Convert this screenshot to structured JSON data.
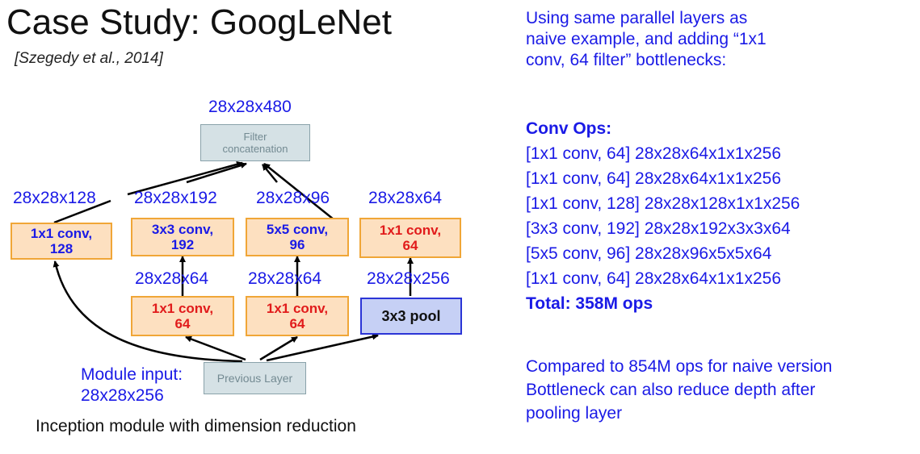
{
  "title": "Case Study: GoogLeNet",
  "citation": "[Szegedy et al., 2014]",
  "diagram": {
    "concat_dim": "28x28x480",
    "concat_box": [
      "Filter",
      "concatenation"
    ],
    "branch_output_dims": [
      "28x28x128",
      "28x28x192",
      "28x28x96",
      "28x28x64"
    ],
    "top_boxes": [
      {
        "line1": "1x1 conv,",
        "line2": "128"
      },
      {
        "line1": "3x3 conv,",
        "line2": "192"
      },
      {
        "line1": "5x5 conv,",
        "line2": "96"
      },
      {
        "line1": "1x1 conv,",
        "line2": "64"
      }
    ],
    "mid_dims": [
      "28x28x64",
      "28x28x64",
      "28x28x256"
    ],
    "bottom_boxes": [
      {
        "line1": "1x1 conv,",
        "line2": "64"
      },
      {
        "line1": "1x1 conv,",
        "line2": "64"
      },
      {
        "label": "3x3 pool"
      }
    ],
    "module_input": [
      "Module input:",
      "28x28x256"
    ],
    "previous_layer": "Previous Layer",
    "caption": "Inception module with dimension reduction"
  },
  "intro": [
    "Using same parallel layers as",
    "naive example, and adding “1x1",
    "conv, 64 filter” bottlenecks:"
  ],
  "conv_ops": {
    "heading": "Conv Ops:",
    "lines": [
      "[1x1 conv, 64]  28x28x64x1x1x256",
      "[1x1 conv, 64]  28x28x64x1x1x256",
      "[1x1 conv, 128]  28x28x128x1x1x256",
      "[3x3 conv, 192]  28x28x192x3x3x64",
      "[5x5 conv, 96]  28x28x96x5x5x64",
      "[1x1 conv, 64]  28x28x64x1x1x256"
    ],
    "total": "Total: 358M ops"
  },
  "notes": [
    "Compared to 854M ops for naive version",
    "Bottleneck can also reduce depth after",
    "pooling layer"
  ],
  "colors": {
    "text_blue": "#1a1ae6",
    "text_red": "#e11b1b",
    "box_orange_fill": "#fde0c0",
    "box_orange_border": "#f0a637",
    "pool_fill": "#c6d0f5",
    "pool_border": "#2b35d6",
    "gray_fill": "#d5e1e5"
  }
}
